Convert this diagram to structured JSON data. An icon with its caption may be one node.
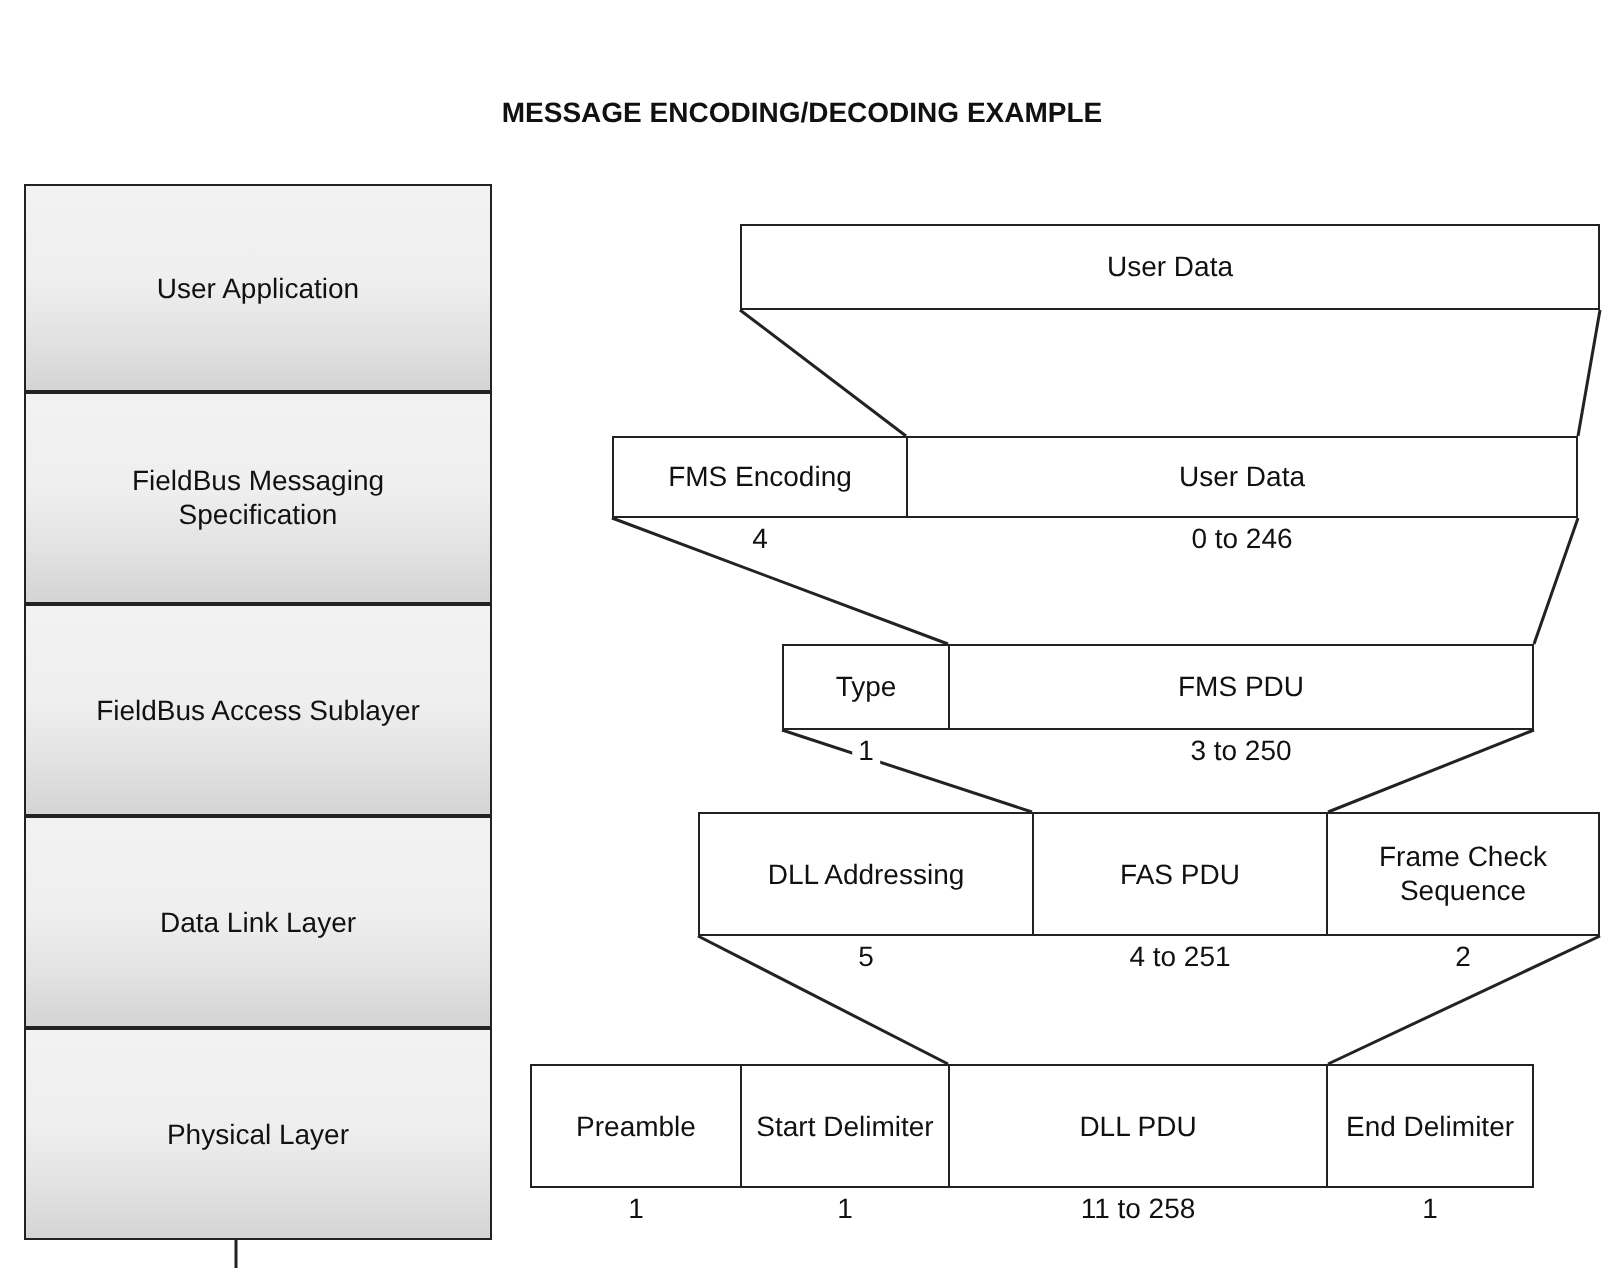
{
  "diagram": {
    "title": "MESSAGE ENCODING/DECODING EXAMPLE",
    "nodes": [
      {
        "text": [
          "User Application"
        ]
      },
      {
        "text": [
          "FieldBus Messaging Specification"
        ]
      },
      {
        "text": [
          "FieldBus Access Sublayer"
        ]
      },
      {
        "text": [
          "Data Link Layer"
        ]
      },
      {
        "text": [
          "Physical Layer"
        ]
      },
      {
        "text": [
          "User Data"
        ]
      },
      {
        "text": [
          "FMS Encoding"
        ],
        "beside": [
          "4"
        ]
      },
      {
        "text": [
          "User Data"
        ],
        "beside": [
          "0 to 246"
        ]
      },
      {
        "text": [
          "Type"
        ],
        "beside": [
          "1"
        ]
      },
      {
        "text": [
          "FMS PDU"
        ],
        "beside": [
          "3 to 250"
        ]
      },
      {
        "text": [
          "DLL Addressing"
        ],
        "beside": [
          "5"
        ]
      },
      {
        "text": [
          "FAS PDU"
        ],
        "beside": [
          "4 to 251"
        ]
      },
      {
        "text": [
          "Frame Check Sequence"
        ],
        "beside": [
          "2"
        ]
      },
      {
        "text": [
          "Preamble"
        ],
        "beside": [
          "1"
        ]
      },
      {
        "text": [
          "Start Delimiter"
        ],
        "beside": [
          "1"
        ]
      },
      {
        "text": [
          "DLL PDU"
        ],
        "beside": [
          "11 to 258"
        ]
      },
      {
        "text": [
          "End Delimiter"
        ],
        "beside": [
          "1"
        ]
      }
    ],
    "edges": [
      {
        "from": 5,
        "to": 7,
        "arrow": "none"
      },
      {
        "from": 5,
        "to": 7,
        "arrow": "none"
      },
      {
        "from": 6,
        "to": 9,
        "arrow": "none"
      },
      {
        "from": 7,
        "to": 9,
        "arrow": "none"
      },
      {
        "from": 8,
        "to": 11,
        "arrow": "none"
      },
      {
        "from": 9,
        "to": 11,
        "arrow": "none"
      },
      {
        "from": 10,
        "to": 15,
        "arrow": "none"
      },
      {
        "from": 12,
        "to": 15,
        "arrow": "none"
      }
    ]
  }
}
